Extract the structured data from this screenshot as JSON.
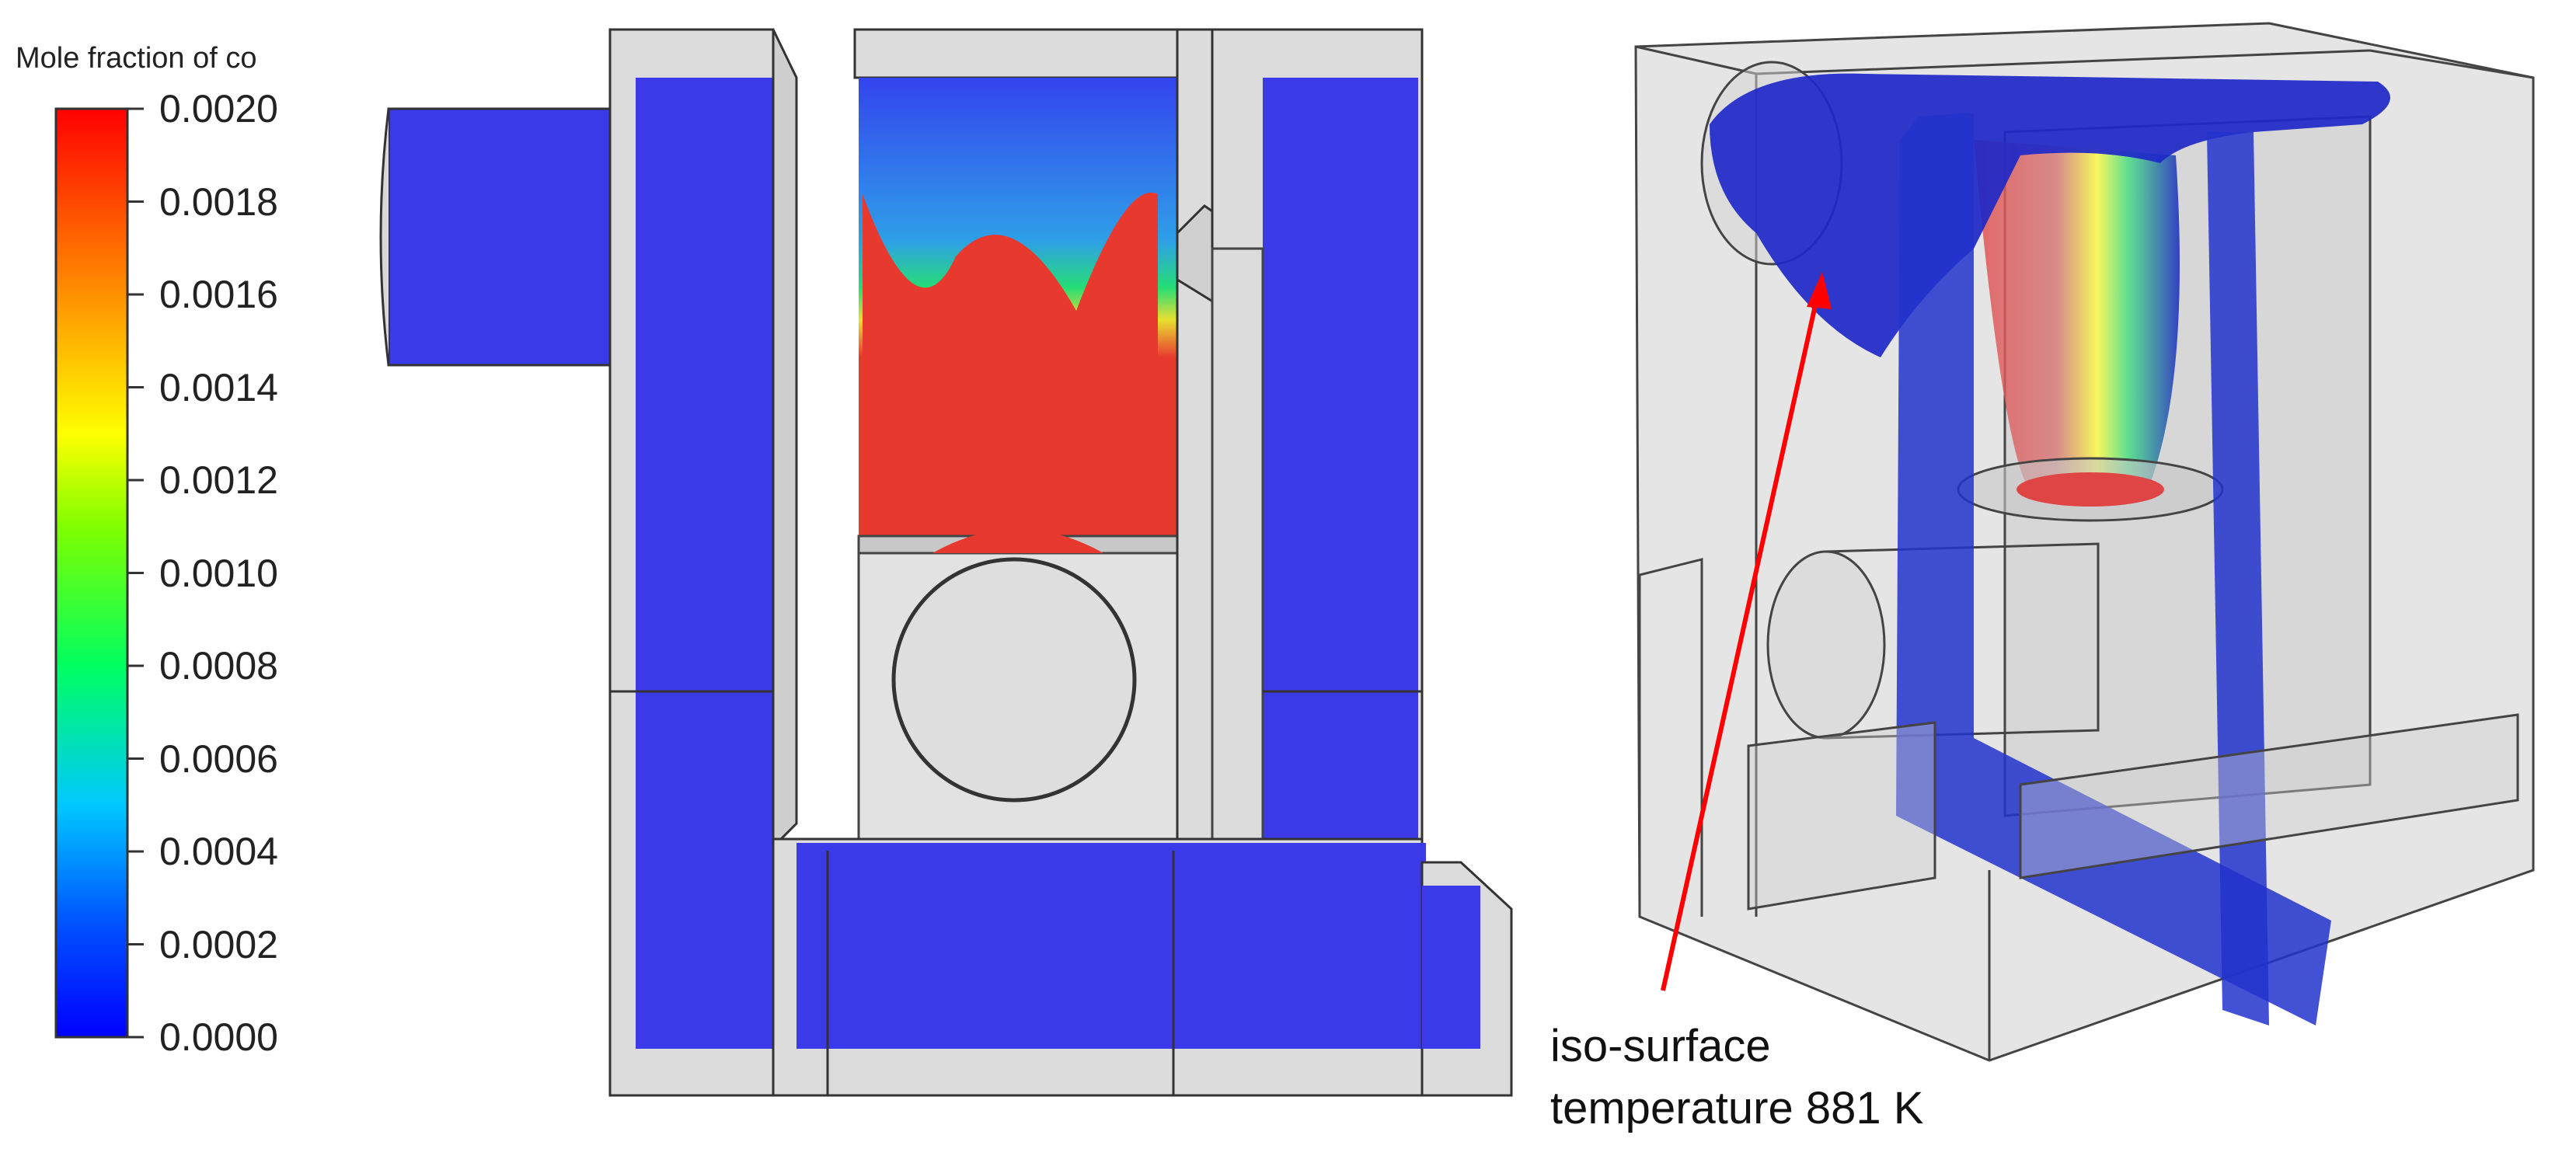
{
  "legend": {
    "title": "Mole fraction of co",
    "ticks": [
      "0.0020",
      "0.0018",
      "0.0016",
      "0.0014",
      "0.0012",
      "0.0010",
      "0.0008",
      "0.0006",
      "0.0004",
      "0.0002",
      "0.0000"
    ],
    "colormap": [
      "#0000ff",
      "#00a0ff",
      "#00ffff",
      "#00ff40",
      "#a0ff00",
      "#ffff00",
      "#ffa000",
      "#ff4000",
      "#ff0000"
    ]
  },
  "annotation": {
    "line1": "iso-surface",
    "line2": "temperature 881 K",
    "arrow_color": "#ff0000"
  },
  "colors": {
    "solid": "#dcdcdc",
    "outline": "#333333",
    "field_low": "#3333ee",
    "field_high": "#e8392f"
  }
}
